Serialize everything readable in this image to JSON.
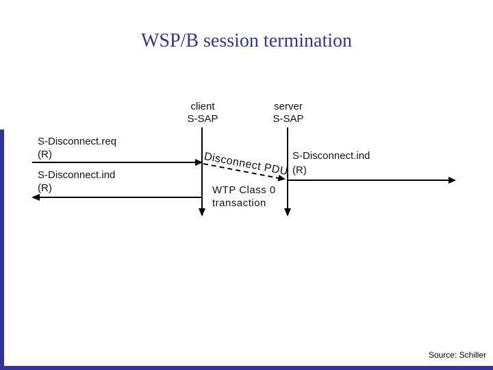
{
  "colors": {
    "accent_blue": "#333399",
    "diagram_ink": "#000000"
  },
  "slide": {
    "title": "WSP/B session termination",
    "source_note": "Source: Schiller"
  },
  "diagram": {
    "type": "protocol-sequence-diagram",
    "client": {
      "role": "client",
      "sap": "S-SAP"
    },
    "server": {
      "role": "server",
      "sap": "S-SAP"
    },
    "messages": {
      "req_left": {
        "name": "S-Disconnect.req",
        "param": "(R)",
        "direction": "right-into-client"
      },
      "ind_left": {
        "name": "S-Disconnect.ind",
        "param": "(R)",
        "direction": "left-out-of-client"
      },
      "pdu": {
        "label": "Disconnect PDU",
        "style": "dashed",
        "direction": "client-to-server"
      },
      "ind_right": {
        "name": "S-Disconnect.ind",
        "param": "(R)",
        "direction": "right-out-of-server"
      },
      "note": {
        "line1": "WTP Class 0",
        "line2": "transaction"
      }
    }
  }
}
